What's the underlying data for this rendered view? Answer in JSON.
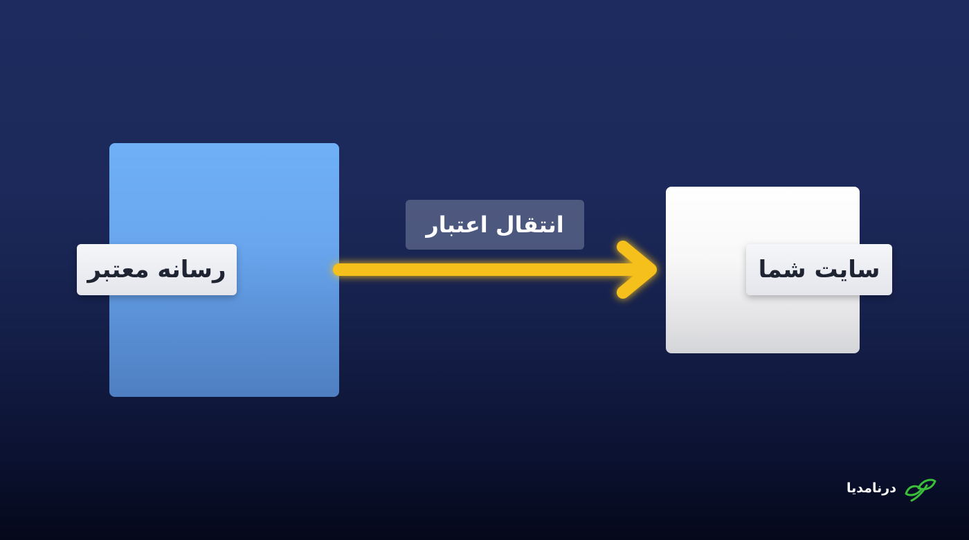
{
  "diagram": {
    "source_label": "رسانه معتبر",
    "target_label": "سایت شما",
    "arrow_label": "انتقال اعتبار"
  },
  "brand": {
    "name": "درنامدیا",
    "logo_icon": "leaf-logo-icon"
  },
  "colors": {
    "background": "#1c295a",
    "source_box": "#6aaaf0",
    "target_box": "#f2f2f4",
    "arrow": "#f5c01e",
    "logo": "#3bbf3b"
  }
}
